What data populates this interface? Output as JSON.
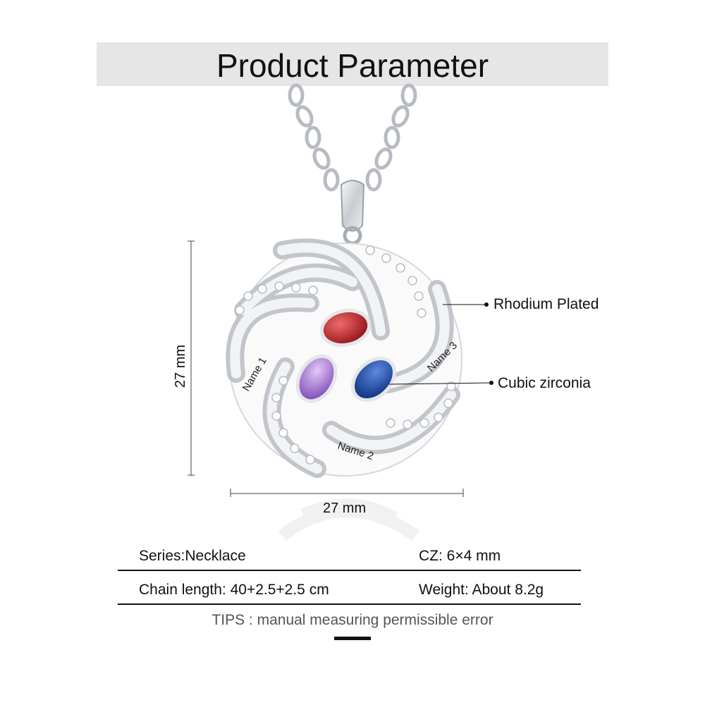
{
  "title": "Product Parameter",
  "dimensions": {
    "height": "27 mm",
    "width": "27 mm"
  },
  "callouts": {
    "plating": "Rhodium Plated",
    "stone": "Cubic zirconia"
  },
  "engravings": {
    "name1": "Name 1",
    "name2": "Name 2",
    "name3": "Name 3"
  },
  "specs": {
    "series": "Series:Necklace",
    "cz": "CZ: 6×4 mm",
    "chain": "Chain length: 40+2.5+2.5 cm",
    "weight": "Weight: About 8.2g"
  },
  "tips": "TIPS : manual measuring permissible error",
  "colors": {
    "garnet": "#c8202a",
    "amethyst": "#a070d0",
    "sapphire": "#1f4fa8",
    "silver": "#cfd3d8"
  }
}
